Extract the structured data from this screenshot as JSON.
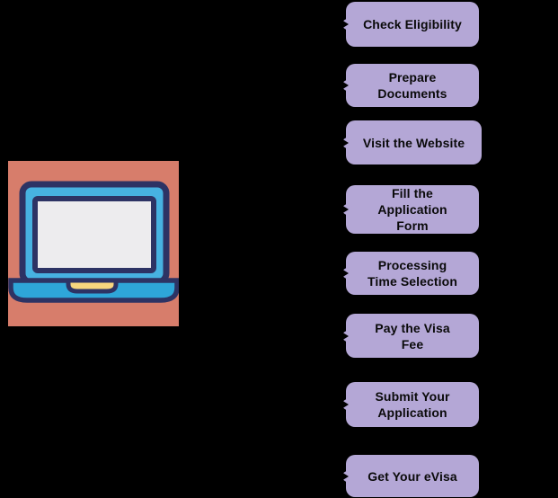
{
  "diagram": {
    "title_hint": "eVisa application process flow",
    "background_color": "#000000",
    "laptop": {
      "icon": "laptop-icon",
      "tile_color": "#d77d6b",
      "frame_color": "#47b2e1",
      "base_color": "#2ea6d9",
      "outline_color": "#2d3364",
      "screen_color": "#edecee",
      "touchpad_color": "#f7d67e"
    },
    "step_style": {
      "box_color": "#b4a7d6",
      "text_color": "#000000",
      "connector_color": "#000000"
    },
    "steps": [
      {
        "label": "Check Eligibility"
      },
      {
        "label": "Prepare\nDocuments"
      },
      {
        "label": "Visit the Website"
      },
      {
        "label": "Fill the\nApplication\nForm"
      },
      {
        "label": "Processing\nTime Selection"
      },
      {
        "label": "Pay the Visa\nFee"
      },
      {
        "label": "Submit Your\nApplication"
      },
      {
        "label": "Get Your eVisa"
      }
    ]
  }
}
